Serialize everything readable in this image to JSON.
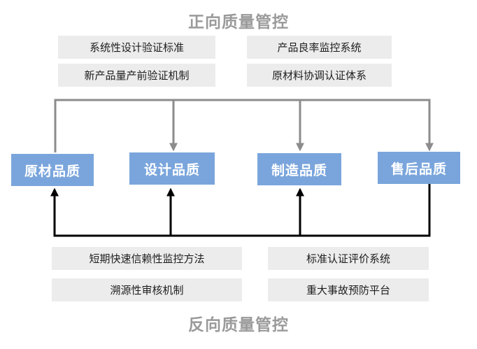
{
  "top_title": "正向质量管控",
  "bottom_title": "反向质量管控",
  "top_items": [
    "系统性设计验证标准",
    "产品良率监控系统",
    "新产品量产前验证机制",
    "原材料协调认证体系"
  ],
  "stages": [
    "原材品质",
    "设计品质",
    "制造品质",
    "售后品质"
  ],
  "bottom_items": [
    "短期快速信赖性监控方法",
    "标准认证评价系统",
    "溯源性审核机制",
    "重大事故预防平台"
  ],
  "colors": {
    "stage_fill": "#7aa5dc",
    "item_fill": "#ececec",
    "forward_line": "#8c8c8c",
    "reverse_line": "#000000",
    "title": "#9a9a9a"
  }
}
